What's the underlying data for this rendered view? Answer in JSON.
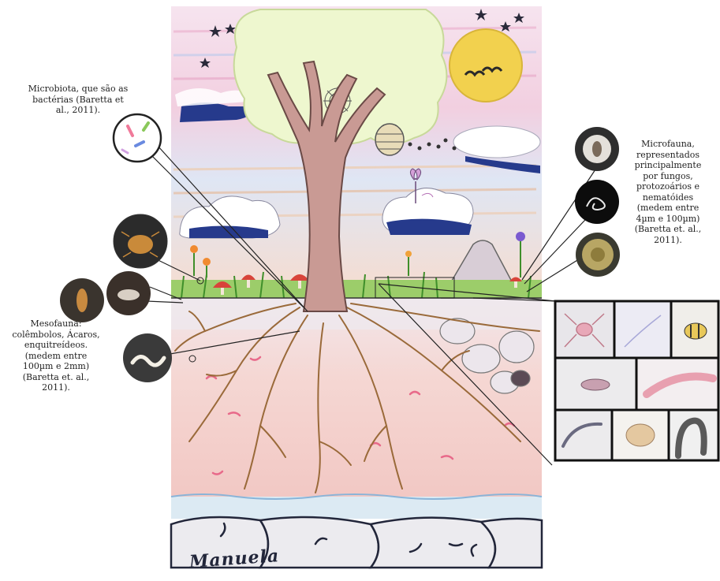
{
  "labels": {
    "microbiota": "Microbiota, que são as\nbactérias (Baretta et\nal., 2011).",
    "microfauna": "Microfauna,\nrepresentados\nprincipalmente\npor fungos,\nprotozoários e\nnematóides\n(medem entre\n4µm e 100µm)\n(Baretta et. al.,\n2011).",
    "mesofauna": "Mesofauna:\ncolêmbolos, Ácaros,\nenquitreídeos.\n(medem entre\n100µm e 2mm)\n(Baretta et. al.,\n2011)."
  },
  "signature": "Manuela",
  "icons": {
    "tree": "tree-icon",
    "sun": "sun-icon",
    "spider_web": "spider-web-icon",
    "beehive": "beehive-icon",
    "anthill": "anthill-icon"
  },
  "colors": {
    "sky_pink": "#f2cfe0",
    "sky_blue": "#cfe0f2",
    "canopy": "#eef7cf",
    "trunk": "#c99a94",
    "roots": "#9a6a3a",
    "topsoil": "#eee9ee",
    "subsoil": "#f3d2cf",
    "water": "#dceaf3",
    "rock": "#ecebef",
    "grass": "#5aa83a",
    "sun": "#f2d14e",
    "cloud_shadow": "#263a8c"
  }
}
